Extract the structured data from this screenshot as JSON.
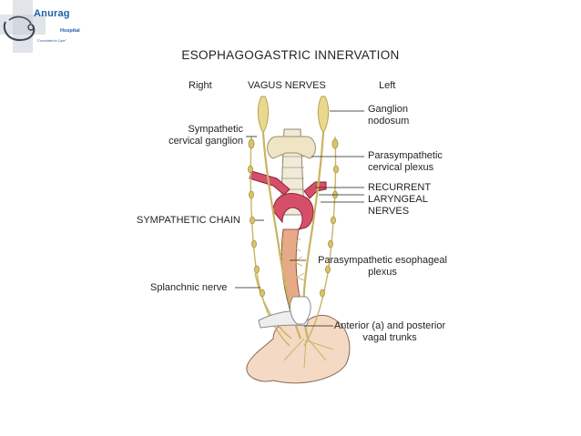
{
  "logo": {
    "name": "Anurag",
    "sub": "Hospital",
    "tagline": "\"Committed to Care\""
  },
  "title": "ESOPHAGOGASTRIC INNERVATION",
  "headers": {
    "right": "Right",
    "center": "VAGUS NERVES",
    "left": "Left"
  },
  "labels": {
    "sympathetic_cervical_ganglion": [
      "Sympathetic",
      "cervical ganglion"
    ],
    "sympathetic_chain": "SYMPATHETIC CHAIN",
    "splanchnic_nerve": "Splanchnic nerve",
    "ganglion_nodosum": [
      "Ganglion",
      "nodosum"
    ],
    "parasympathetic_cervical_plexus": [
      "Parasympathetic",
      "cervical plexus"
    ],
    "recurrent_laryngeal_nerves": [
      "RECURRENT",
      "LARYNGEAL",
      "NERVES"
    ],
    "parasympathetic_esophageal_plexus": [
      "Parasympathetic esophageal",
      "plexus"
    ],
    "vagal_trunks": [
      "Anterior (a) and posterior",
      "vagal trunks"
    ]
  },
  "colors": {
    "nerve": "#e9d98e",
    "nerve_stroke": "#b9a34f",
    "artery": "#d64f6a",
    "stomach": "#f4d9c4",
    "esophagus": "#e9a889",
    "logo_blue": "#1f5fa8"
  }
}
